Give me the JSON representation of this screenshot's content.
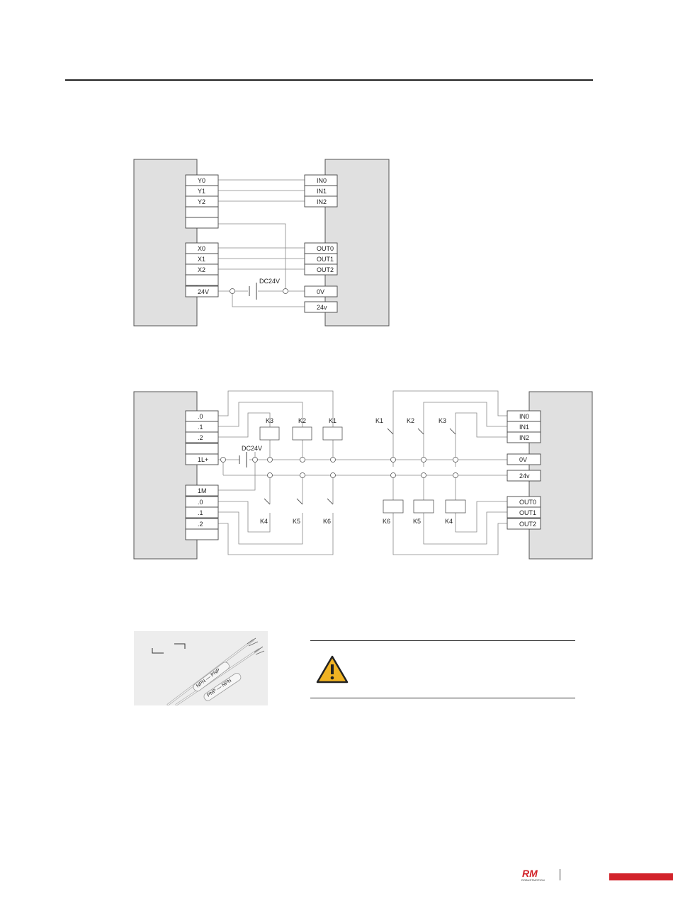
{
  "diagram1": {
    "left_terminals": [
      "Y0",
      "Y1",
      "Y2",
      "",
      "",
      "X0",
      "X1",
      "X2",
      "",
      "24V"
    ],
    "right_terminals": [
      "IN0",
      "IN1",
      "IN2",
      "OUT0",
      "OUT1",
      "OUT2",
      "0V",
      "24v"
    ],
    "supply_label": "DC24V"
  },
  "diagram2": {
    "left_terminals": [
      ".0",
      ".1",
      ".2",
      "",
      "1L+",
      "1M",
      ".0",
      ".1",
      ".2",
      ""
    ],
    "right_terminals": [
      "IN0",
      "IN1",
      "IN2",
      "0V",
      "24v",
      "OUT0",
      "OUT1",
      "OUT2"
    ],
    "supply_label": "DC24V",
    "relay_labels_top_left": [
      "K3",
      "K2",
      "K1"
    ],
    "contact_labels_top_right": [
      "K1",
      "K2",
      "K3"
    ],
    "contact_labels_bottom_left": [
      "K4",
      "K5",
      "K6"
    ],
    "relay_labels_bottom_right": [
      "K6",
      "K5",
      "K4"
    ]
  },
  "cable_photo": {
    "label_1": "NPN — PNP",
    "label_2": "PNP — NPN"
  },
  "caution": {
    "icon": "warning-triangle-icon"
  },
  "footer": {
    "logo_text": "RM",
    "logo_subtext": "ROBUSTMOTION",
    "accent_color": "#d2232a"
  }
}
